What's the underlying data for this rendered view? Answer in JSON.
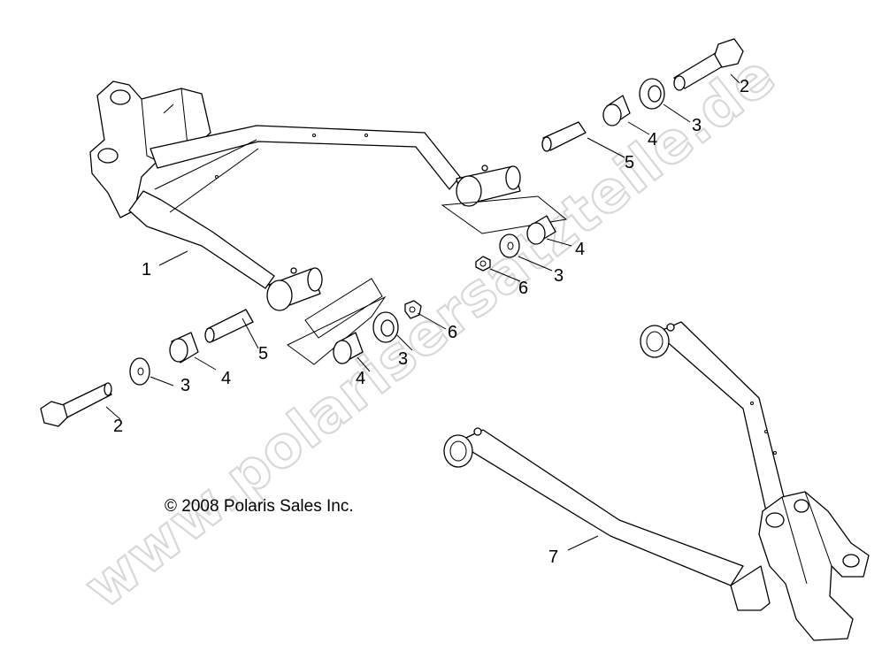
{
  "watermark": "www.polarisersatzteile.de",
  "copyright": "© 2008 Polaris Sales Inc.",
  "callouts": {
    "c1": "1",
    "c2a": "2",
    "c2b": "2",
    "c3a": "3",
    "c3b": "3",
    "c3c": "3",
    "c3d": "3",
    "c4a": "4",
    "c4b": "4",
    "c4c": "4",
    "c4d": "4",
    "c5a": "5",
    "c5b": "5",
    "c6a": "6",
    "c6b": "6",
    "c7": "7"
  },
  "colors": {
    "line": "#000000",
    "background": "#ffffff",
    "watermark": "#d8d8d8"
  }
}
